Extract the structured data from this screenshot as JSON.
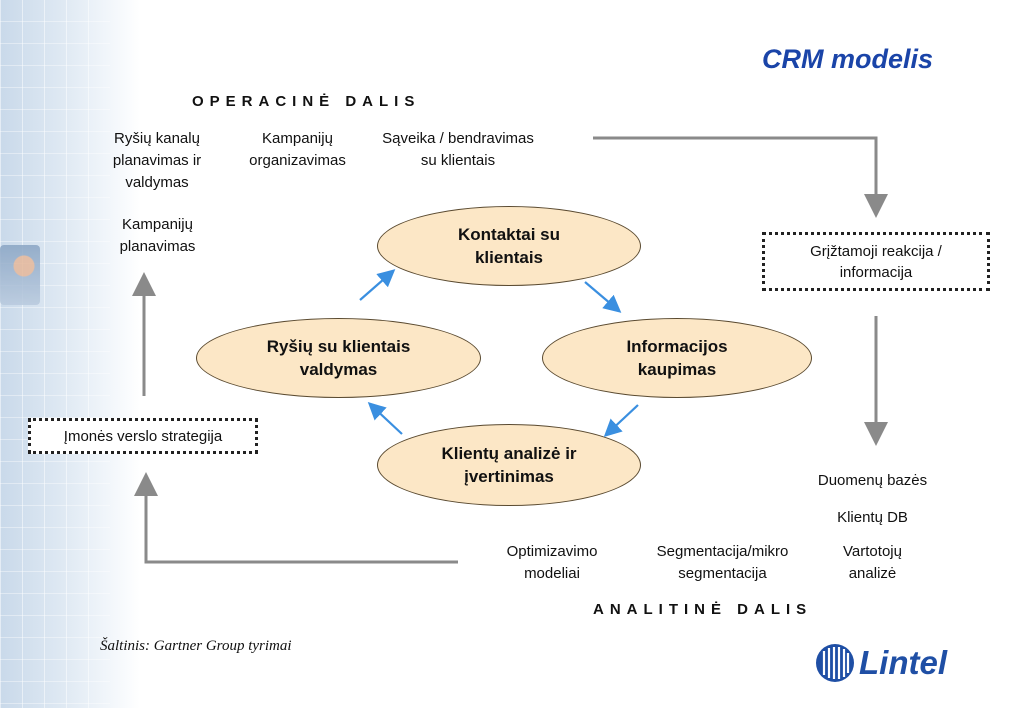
{
  "title": "CRM modelis",
  "operational_heading": "OPERACINĖ  DALIS",
  "analytical_heading": "ANALITINĖ  DALIS",
  "operational_items": {
    "channels": "Ryšių kanalų\nplanavimas ir\nvaldymas",
    "campaign_org": "Kampanijų\norganizavimas",
    "interaction": "Sąveika / bendravimas\nsu klientais",
    "campaign_plan": "Kampanijų\nplanavimas"
  },
  "cycle": {
    "top": "Kontaktai su\nklientais",
    "right": "Informacijos\nkaupimas",
    "bottom": "Klientų analizė ir\nįvertinimas",
    "left": "Ryšių su klientais\nvaldymas"
  },
  "feedback_box": "Grįžtamoji reakcija /\ninformacija",
  "strategy_box": "Įmonės verslo strategija",
  "data_items": {
    "databases": "Duomenų bazės",
    "client_db": "Klientų DB"
  },
  "analytical_items": {
    "optimization": "Optimizavimo\nmodeliai",
    "segmentation": "Segmentacija/mikro\nsegmentacija",
    "consumer": "Vartotojų\nanalizė"
  },
  "source": "Šaltinis: Gartner Group tyrimai",
  "logo": "Lintel",
  "colors": {
    "title": "#1a44a8",
    "ellipse_fill": "#fce7c6",
    "cycle_arrow": "#3a8fe0",
    "flow_line": "#8a8a8a"
  }
}
